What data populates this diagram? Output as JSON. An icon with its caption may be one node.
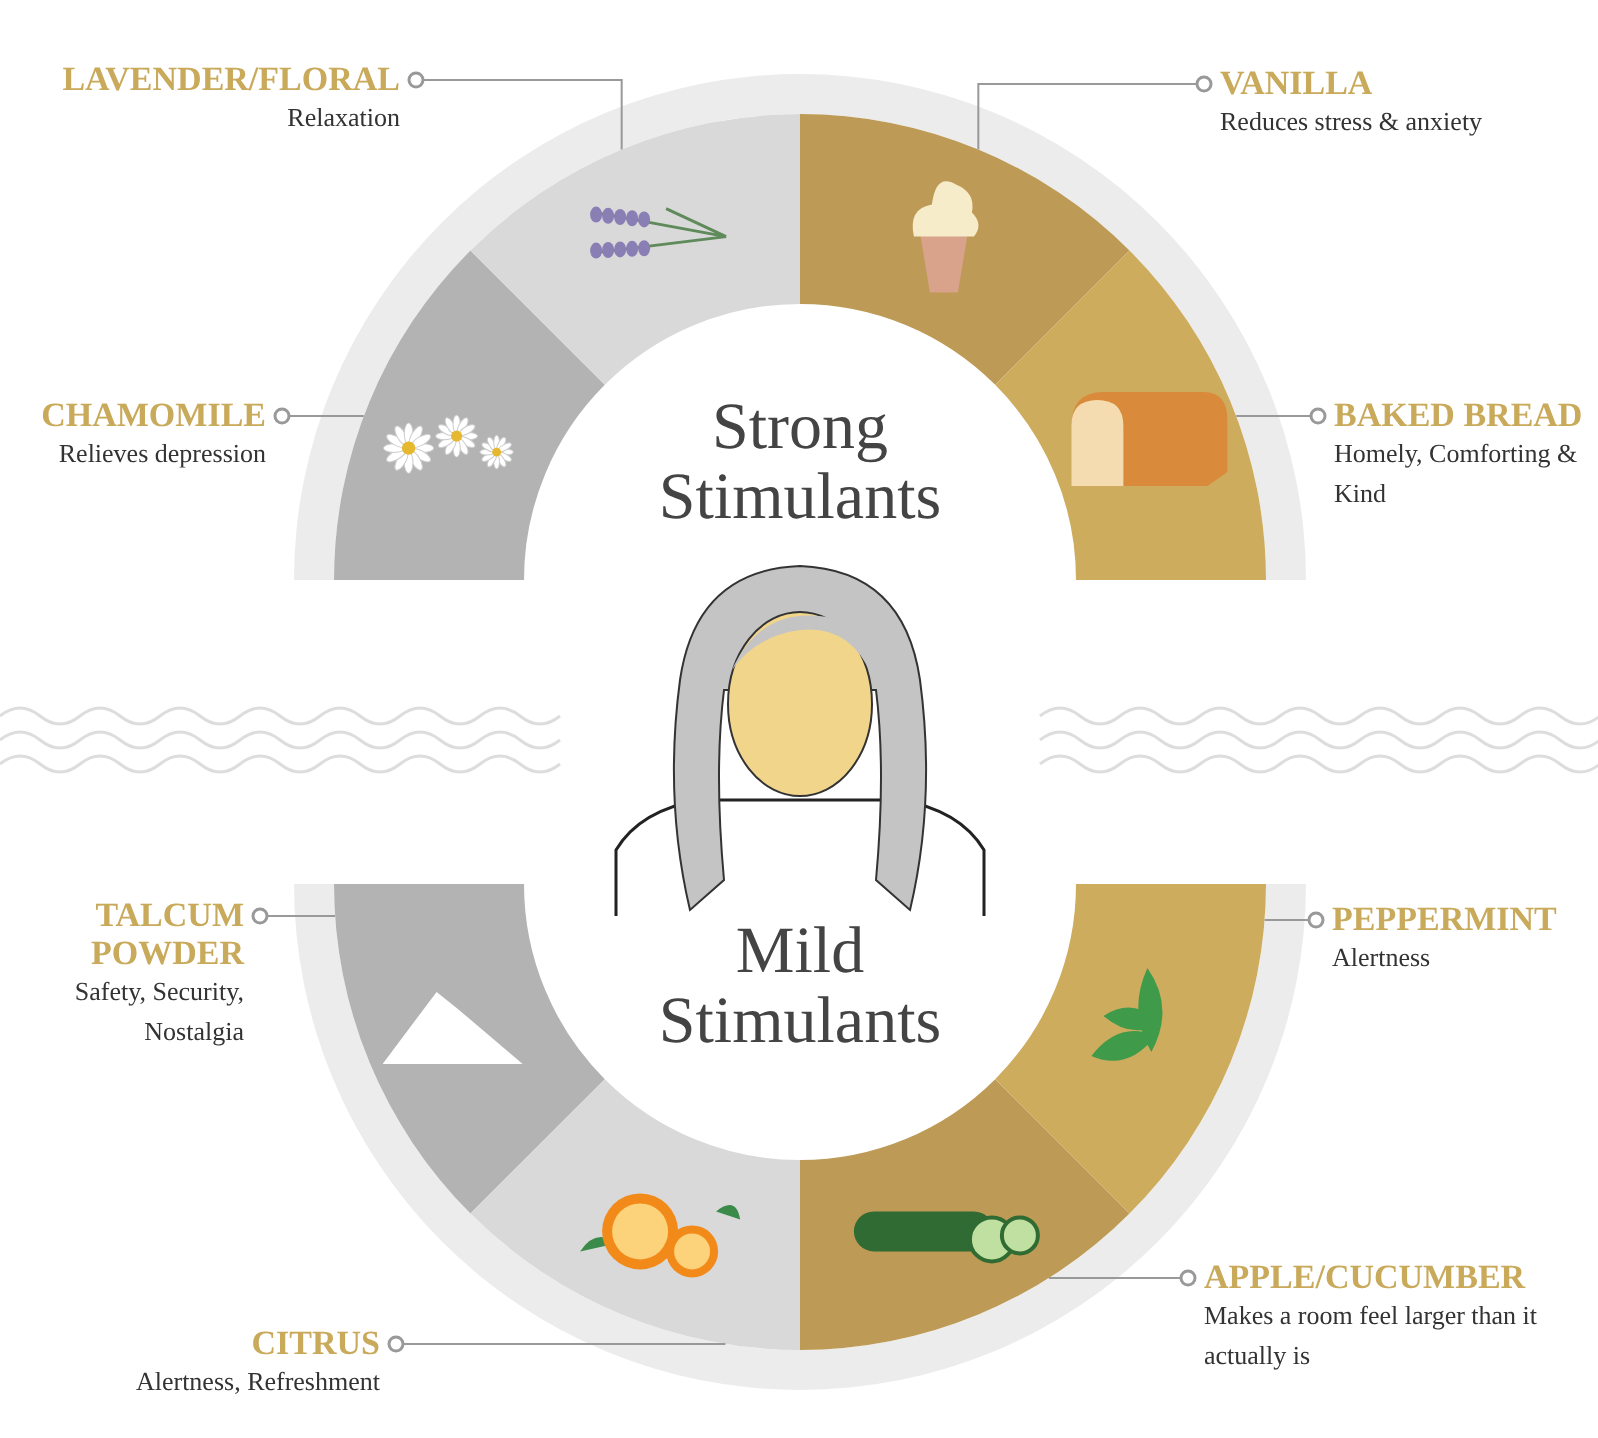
{
  "diagram": {
    "nodes": [
      {
        "text": [
          "Strong Stimulants"
        ]
      },
      {
        "text": [
          "Mild Stimulants"
        ]
      },
      {
        "text": [
          "LAVENDER/FLORAL",
          "Relaxation"
        ]
      },
      {
        "text": [
          "VANILLA",
          "Reduces stress & anxiety"
        ]
      },
      {
        "text": [
          "CHAMOMILE",
          "Relieves depression"
        ]
      },
      {
        "text": [
          "BAKED BREAD",
          "Homely, Comforting & Kind"
        ]
      },
      {
        "text": [
          "TALCUM POWDER",
          "Safety, Security, Nostalgia"
        ]
      },
      {
        "text": [
          "PEPPERMINT",
          "Alertness"
        ]
      },
      {
        "text": [
          "CITRUS",
          "Alertness, Refreshment"
        ]
      },
      {
        "text": [
          "APPLE/CUCUMBER",
          "Makes a room feel larger than it actually is"
        ]
      },
      {
        "text": [],
        "shape": "picture"
      },
      {
        "text": [],
        "shape": "picture"
      },
      {
        "text": [],
        "shape": "picture"
      },
      {
        "text": [],
        "shape": "picture"
      },
      {
        "text": [],
        "shape": "picture"
      },
      {
        "text": [],
        "shape": "picture"
      },
      {
        "text": [],
        "shape": "picture"
      },
      {
        "text": [],
        "shape": "picture"
      }
    ],
    "edges": [
      {
        "from": 2,
        "to": 11,
        "arrow": "other"
      },
      {
        "from": 3,
        "to": 12,
        "arrow": "other"
      },
      {
        "from": 4,
        "to": 10,
        "arrow": "other"
      },
      {
        "from": 5,
        "to": 13,
        "arrow": "other"
      },
      {
        "from": 6,
        "to": 14,
        "arrow": "other"
      },
      {
        "from": 7,
        "to": 17,
        "arrow": "other"
      },
      {
        "from": 8,
        "to": 15,
        "arrow": "other"
      },
      {
        "from": 9,
        "to": 16,
        "arrow": "other"
      }
    ]
  }
}
